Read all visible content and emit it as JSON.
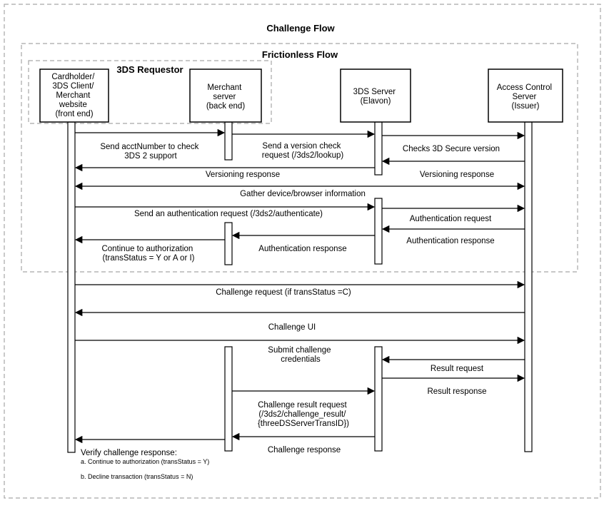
{
  "frames": {
    "challenge_title": "Challenge Flow",
    "frictionless_title": "Frictionless Flow",
    "requestor_title": "3DS Requestor"
  },
  "participants": [
    {
      "id": "cardholder",
      "lines": [
        "Cardholder/",
        "3DS Client/",
        "Merchant",
        "website",
        "(front end)"
      ]
    },
    {
      "id": "merchant",
      "lines": [
        "Merchant",
        "server",
        "(back end)"
      ]
    },
    {
      "id": "server3ds",
      "lines": [
        "3DS Server",
        "(Elavon)"
      ]
    },
    {
      "id": "acs",
      "lines": [
        "Access Control",
        "Server",
        "(Issuer)"
      ]
    }
  ],
  "messages": [
    {
      "id": "send-acctnumber",
      "lines": [
        "Send acctNumber to check",
        "3DS 2 support"
      ]
    },
    {
      "id": "version-check",
      "lines": [
        "Send a version check",
        "request (/3ds2/lookup)"
      ]
    },
    {
      "id": "checks-3ds-version",
      "lines": [
        "Checks 3D Secure version"
      ]
    },
    {
      "id": "versioning-response-left",
      "lines": [
        "Versioning response"
      ]
    },
    {
      "id": "versioning-response-right",
      "lines": [
        "Versioning response"
      ]
    },
    {
      "id": "gather-device-info",
      "lines": [
        "Gather device/browser information"
      ]
    },
    {
      "id": "send-auth-request",
      "lines": [
        "Send an authentication request (/3ds2/authenticate)"
      ]
    },
    {
      "id": "authentication-request",
      "lines": [
        "Authentication request"
      ]
    },
    {
      "id": "authentication-response-acs",
      "lines": [
        "Authentication response"
      ]
    },
    {
      "id": "authentication-response-server",
      "lines": [
        "Authentication response"
      ]
    },
    {
      "id": "continue-authorization",
      "lines": [
        "Continue to authorization",
        "(transStatus = Y or A or I)"
      ]
    },
    {
      "id": "challenge-request",
      "lines": [
        "Challenge request (if transStatus =C)"
      ]
    },
    {
      "id": "challenge-ui",
      "lines": [
        "Challenge UI"
      ]
    },
    {
      "id": "submit-credentials",
      "lines": [
        "Submit challenge",
        "credentials"
      ]
    },
    {
      "id": "result-request",
      "lines": [
        "Result request"
      ]
    },
    {
      "id": "result-response",
      "lines": [
        "Result response"
      ]
    },
    {
      "id": "challenge-result-request",
      "lines": [
        "Challenge result request",
        "(/3ds2/challenge_result/",
        "{threeDSServerTransID})"
      ]
    },
    {
      "id": "challenge-response",
      "lines": [
        "Challenge response"
      ]
    }
  ],
  "footer": {
    "verify_title": "Verify challenge response:",
    "option_a": "a. Continue to authorization (transStatus = Y)",
    "option_b": "b. Decline transaction (transStatus = N)"
  }
}
